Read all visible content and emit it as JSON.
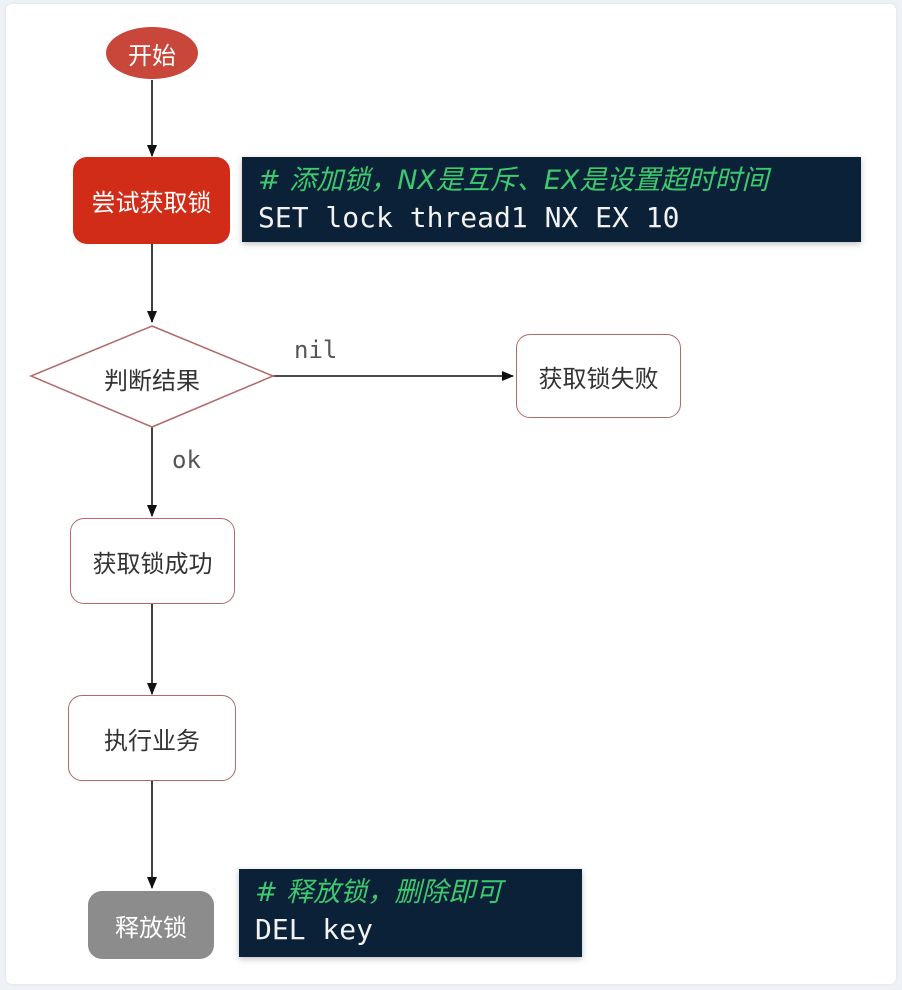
{
  "colors": {
    "start_fill": "#c8463a",
    "try_lock_fill": "#d12c17",
    "release_fill": "#8c8c8c",
    "node_border": "#b06a6a",
    "code_background": "#0b2137",
    "code_comment": "#3fc96f"
  },
  "nodes": {
    "start": "开始",
    "try_lock": "尝试获取锁",
    "judge": "判断结果",
    "fail": "获取锁失败",
    "success": "获取锁成功",
    "execute": "执行业务",
    "release": "释放锁"
  },
  "edge_labels": {
    "nil": "nil",
    "ok": "ok"
  },
  "code_blocks": {
    "set_lock": {
      "comment": "#  添加锁，NX是互斥、EX是设置超时时间",
      "command": "SET lock thread1 NX EX 10"
    },
    "release_lock": {
      "comment": "#  释放锁，删除即可",
      "command": "DEL key"
    }
  }
}
